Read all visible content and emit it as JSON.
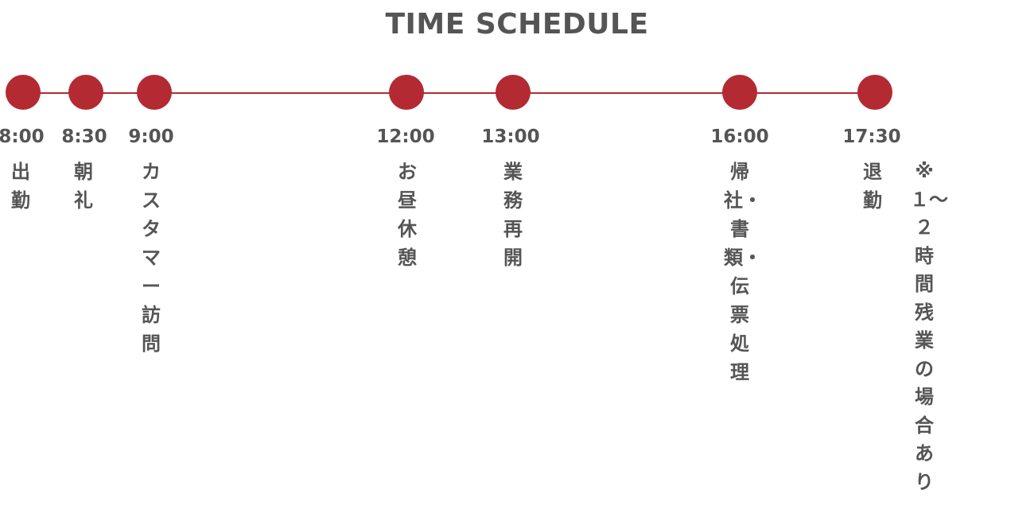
{
  "title": "TIME SCHEDULE",
  "accent_color": "#b32a33",
  "text_color": "#555555",
  "events": [
    {
      "time": "8:00",
      "label": "出勤"
    },
    {
      "time": "8:30",
      "label": "朝礼"
    },
    {
      "time": "9:00",
      "label": "カスタマー訪問"
    },
    {
      "time": "12:00",
      "label": "お昼休憩"
    },
    {
      "time": "13:00",
      "label": "業務再開"
    },
    {
      "time": "16:00",
      "label": "帰社・書類・伝票処理"
    },
    {
      "time": "17:30",
      "label": "退勤"
    }
  ],
  "note": "※１〜２時間残業の場合あり"
}
